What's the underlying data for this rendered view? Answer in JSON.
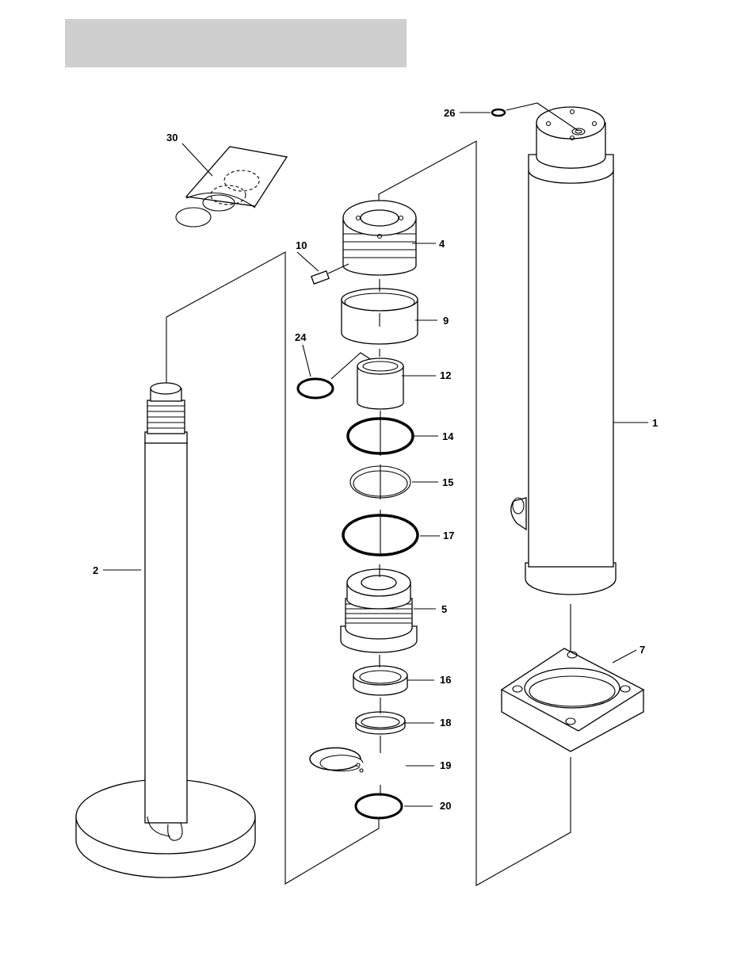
{
  "diagram": {
    "header_bar_color": "#cfcfcf",
    "callouts": {
      "c1": "1",
      "c2": "2",
      "c4": "4",
      "c5": "5",
      "c7": "7",
      "c9": "9",
      "c10": "10",
      "c12": "12",
      "c14": "14",
      "c15": "15",
      "c16": "16",
      "c17": "17",
      "c18": "18",
      "c19": "19",
      "c20": "20",
      "c24": "24",
      "c26": "26",
      "c30": "30"
    }
  }
}
